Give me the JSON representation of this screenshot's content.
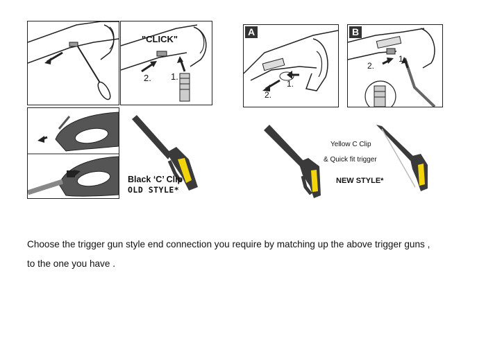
{
  "top_left": {
    "click_label": "\"CLICK\"",
    "step_1": "1.",
    "step_2": "2."
  },
  "top_right": {
    "panel_a_label": "A",
    "panel_b_label": "B",
    "a_step_1": "1.",
    "a_step_2": "2.",
    "b_step_1": "1.",
    "b_step_2": "2."
  },
  "old_style": {
    "clip_label": "Black ‘C’ Clip",
    "style_label": "OLD STYLE*"
  },
  "new_style": {
    "clip_label": "Yellow C Clip",
    "trigger_label": "& Quick fit trigger",
    "style_label": "NEW STYLE*"
  },
  "instructions": {
    "line_1": "Choose the trigger gun style end connection you require by matching up the above trigger guns ,",
    "line_2": "to the one you have ."
  },
  "colors": {
    "gun_body": "#3a3a3a",
    "trigger_yellow": "#f2d40a",
    "line": "#222222"
  }
}
